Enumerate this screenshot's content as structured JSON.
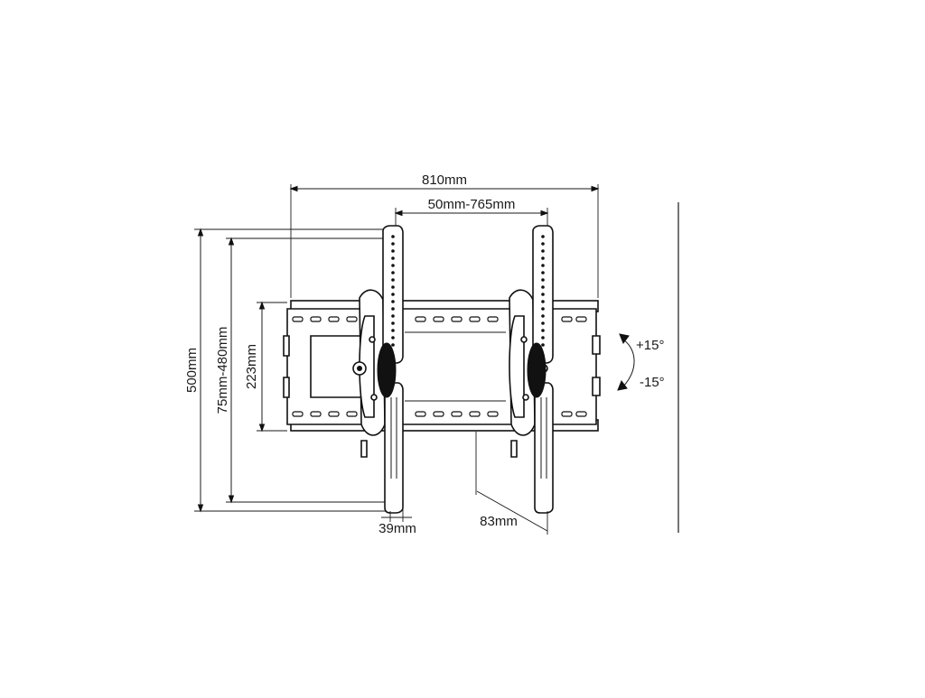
{
  "dimensions": {
    "overall_width": "810mm",
    "vesa_horizontal": "50mm-765mm",
    "overall_height": "500mm",
    "vesa_vertical": "75mm-480mm",
    "wall_plate_height": "223mm",
    "arm_depth": "39mm",
    "wall_clearance": "83mm"
  },
  "tilt": {
    "up": "+15°",
    "down": "-15°"
  },
  "colors": {
    "ink": "#1a1a1a",
    "paper": "#ffffff"
  }
}
